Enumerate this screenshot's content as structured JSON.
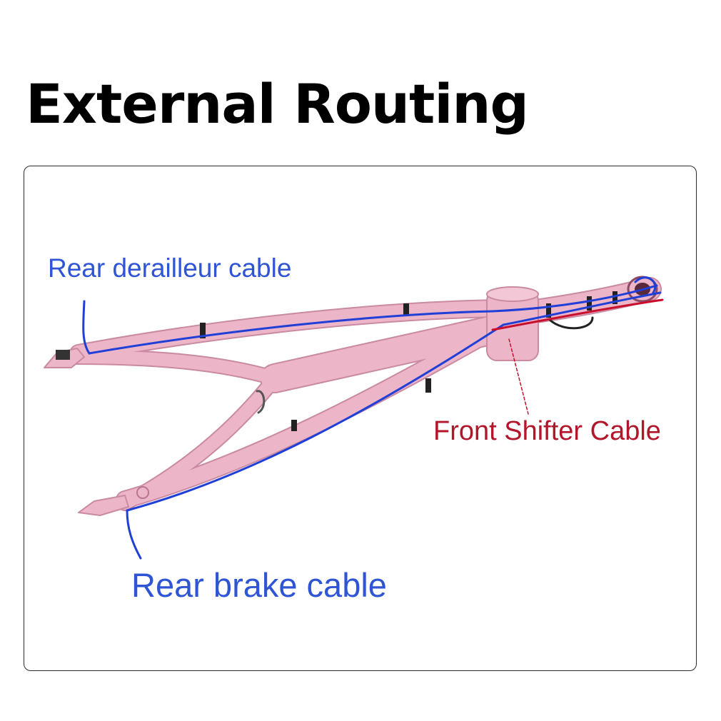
{
  "title": "External Routing",
  "labels": {
    "rear_derailleur": "Rear derailleur cable",
    "front_shifter": "Front Shifter Cable",
    "rear_brake": "Rear brake cable"
  },
  "colors": {
    "blue_cable": "#1f3fd6",
    "red_cable": "#c8102e",
    "label_blue": "#2f55d4",
    "label_red": "#b3152a",
    "frame_pink": "#ecb5c8",
    "frame_outline": "#c98aa2"
  }
}
